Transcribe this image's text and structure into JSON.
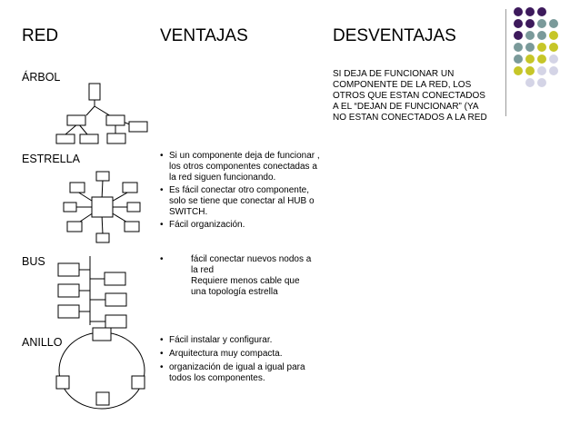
{
  "headers": {
    "red": "RED",
    "ventajas": "VENTAJAS",
    "desventajas": "DESVENTAJAS"
  },
  "rows": [
    {
      "label": "ÁRBOL",
      "desventajas": "SI DEJA DE FUNCIONAR UN COMPONENTE DE LA RED, LOS OTROS QUE ESTAN CONECTADOS A EL “DEJAN DE FUNCIONAR” (YA NO ESTAN CONECTADOS A LA RED"
    },
    {
      "label": "ESTRELLA",
      "ventajas": [
        "Si un componente deja de funcionar , los otros componentes conectadas a la red siguen funcionando.",
        "Es fácil conectar otro componente, solo se tiene que conectar al HUB o SWITCH.",
        "Fácil organización."
      ]
    },
    {
      "label": "BUS",
      "ventajas": [
        "fácil conectar nuevos nodos a la red",
        "Requiere menos cable que una topología estrella"
      ]
    },
    {
      "label": "ANILLO",
      "ventajas": [
        "Fácil instalar y configurar.",
        "Arquitectura muy compacta.",
        "organización de igual a igual para todos los componentes."
      ]
    }
  ],
  "colors": {
    "purple": "#3d1a5c",
    "teal": "#7a9a9a",
    "olive": "#c6c628",
    "lavender": "#d4d4e6",
    "divider": "#9a9a9a"
  }
}
